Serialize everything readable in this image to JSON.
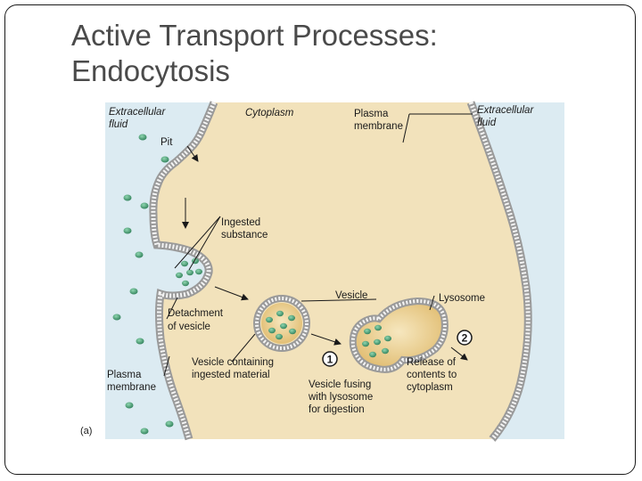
{
  "slide": {
    "title_line1": "Active Transport Processes:",
    "title_line2": "Endocytosis"
  },
  "figure": {
    "panel_label": "(a)",
    "labels": {
      "extracellular_fluid_left_1": "Extracellular",
      "extracellular_fluid_left_2": "fluid",
      "cytoplasm": "Cytoplasm",
      "plasma_membrane_top_1": "Plasma",
      "plasma_membrane_top_2": "membrane",
      "extracellular_fluid_right_1": "Extracellular",
      "extracellular_fluid_right_2": "fluid",
      "pit": "Pit",
      "ingested_substance_1": "Ingested",
      "ingested_substance_2": "substance",
      "vesicle": "Vesicle",
      "lysosome": "Lysosome",
      "detachment_1": "Detachment",
      "detachment_2": "of vesicle",
      "vesicle_containing_1": "Vesicle containing",
      "vesicle_containing_2": "ingested material",
      "plasma_membrane_bottom_1": "Plasma",
      "plasma_membrane_bottom_2": "membrane",
      "vesicle_fusing_1": "Vesicle fusing",
      "vesicle_fusing_2": "with lysosome",
      "vesicle_fusing_3": "for digestion",
      "release_1": "Release of",
      "release_2": "contents to",
      "release_3": "cytoplasm",
      "step_1": "1",
      "step_2": "2"
    },
    "colors": {
      "extracellular": "#dcebf2",
      "cytoplasm": "#f2e2bb",
      "membrane": "#a8a8a8",
      "particle": "#3f9a6f"
    }
  }
}
